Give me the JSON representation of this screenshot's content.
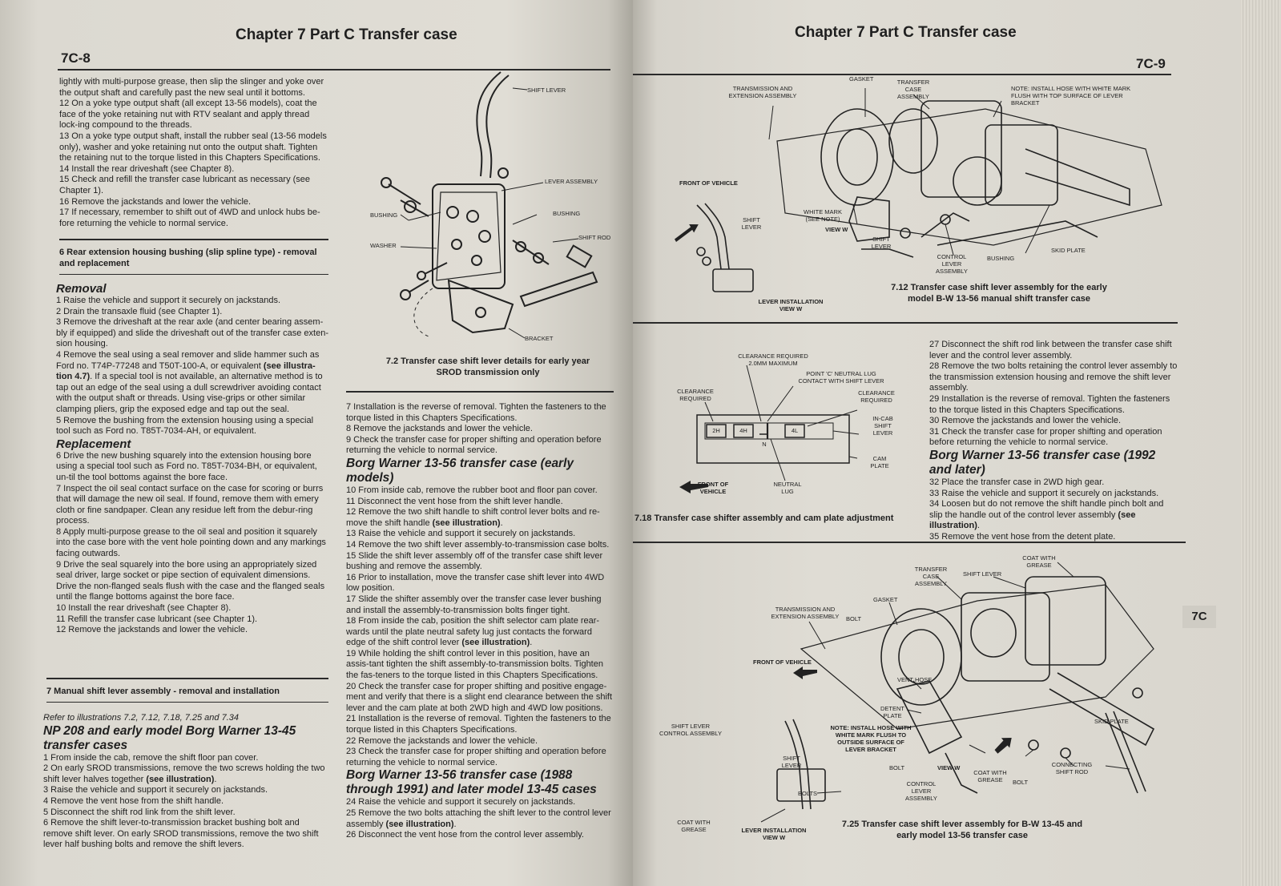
{
  "left_page": {
    "page_number": "7C-8",
    "running_head": "Chapter 7 Part C  Transfer case",
    "col1_intro": [
      "lightly with multi-purpose grease, then slip the slinger and yoke over the output shaft and carefully past the new seal until it bottoms.",
      "12  On a yoke type output shaft (all except 13-56 models), coat the face of the yoke retaining nut with RTV sealant and apply thread lock-ing compound to the threads.",
      "13  On a yoke type output shaft, install the rubber seal (13-56 models only), washer and yoke retaining nut onto the output shaft. Tighten the retaining nut to the torque listed in this Chapters Specifications.",
      "14  Install the rear driveshaft (see Chapter 8).",
      "15  Check and refill the transfer case lubricant as necessary (see Chapter 1).",
      "16  Remove the jackstands and lower the vehicle.",
      "17  If necessary, remember to shift out of 4WD and unlock hubs be-fore returning the vehicle to normal service."
    ],
    "section6_title": "6   Rear extension housing bushing (slip spline type) - removal and replacement",
    "removal_heading": "Removal",
    "removal_steps": [
      "1   Raise the vehicle and support it securely on jackstands.",
      "2   Drain the transaxle fluid (see Chapter 1).",
      "3   Remove the driveshaft at the rear axle (and center bearing assem-bly if equipped) and slide the driveshaft out of the transfer case exten-sion housing.",
      "5   Remove the bushing from the extension housing using a special tool such as Ford no. T85T-7034-AH, or equivalent."
    ],
    "step4": {
      "a": "4   Remove the seal using a seal remover and slide hammer such as Ford no. T74P-77248 and T50T-100-A, or equivalent ",
      "b": "(see illustra-tion 4.7)",
      "c": ". If a special tool is not available, an alternative method is to tap out an edge of the seal using a dull screwdriver avoiding contact with the output shaft or threads. Using vise-grips or other similar clamping pliers, grip the exposed edge and tap out the seal."
    },
    "replacement_heading": "Replacement",
    "replacement_steps": [
      "6   Drive the new bushing squarely into the extension housing bore using a special tool such as Ford no. T85T-7034-BH, or equivalent, un-til the tool bottoms against the bore face.",
      "7   Inspect the oil seal contact surface on the case for scoring or burrs that will damage the new oil seal. If found, remove them with emery cloth or fine sandpaper. Clean any residue left from the debur-ring process.",
      "8   Apply multi-purpose grease to the oil seal and position it squarely into the case bore with the vent hole pointing down and any markings facing outwards.",
      "9   Drive the seal squarely into the bore using an appropriately sized seal driver, large socket or pipe section of equivalent dimensions. Drive the non-flanged seals flush with the case and the flanged seals until the flange bottoms against the bore face.",
      "10  Install the rear driveshaft (see Chapter 8).",
      "11  Refill the transfer case lubricant (see Chapter 1).",
      "12  Remove the jackstands and lower the vehicle."
    ],
    "section7_title": "7   Manual shift lever assembly - removal and installation",
    "refer_text": "Refer to illustrations 7.2, 7.12, 7.18, 7.25 and 7.34",
    "np208_heading": "NP 208 and early model Borg Warner 13-45 transfer cases",
    "np208_steps": [
      "1   From inside the cab, remove the shift floor pan cover.",
      "3   Raise the vehicle and support it securely on jackstands.",
      "4   Remove the vent hose from the shift handle.",
      "5   Disconnect the shift rod link from the shift lever.",
      "6   Remove the shift lever-to-transmission bracket bushing bolt and remove shift lever. On early SROD transmissions, remove the two shift lever half bushing bolts and remove the shift levers."
    ],
    "np208_step2": {
      "a": "2   On early SROD transmissions, remove the two screws holding the two shift lever halves together ",
      "b": "(see illustration)",
      "c": "."
    },
    "fig72_caption": "7.2  Transfer case shift lever details for early year SROD transmission only",
    "fig72_labels": {
      "shift_lever": "SHIFT LEVER",
      "lever_assembly": "LEVER ASSEMBLY",
      "bushing_left": "BUSHING",
      "bushing_right": "BUSHING",
      "washer": "WASHER",
      "shift_rod": "SHIFT ROD",
      "bracket": "BRACKET"
    },
    "col2_intro": [
      "7   Installation is the reverse of removal. Tighten the fasteners to the torque listed in this Chapters Specifications.",
      "8   Remove the jackstands and lower the vehicle.",
      "9   Check the transfer case for proper shifting and operation before returning the vehicle to normal service."
    ],
    "bw_early_heading": "Borg Warner 13-56 transfer case (early models)",
    "bw_early_steps": [
      "10  From inside cab, remove the rubber boot and floor pan cover.",
      "11  Disconnect the vent hose from the shift lever handle.",
      "13  Raise the vehicle and support it securely on jackstands.",
      "14  Remove the two shift lever assembly-to-transmission case bolts.",
      "15  Slide the shift lever assembly off of the transfer case shift lever bushing and remove the assembly.",
      "16  Prior to installation, move the transfer case shift lever into 4WD low position.",
      "17  Slide the shifter assembly over the transfer case lever bushing and install the assembly-to-transmission bolts finger tight.",
      "19  While holding the shift control lever in this position, have an assis-tant tighten the shift assembly-to-transmission bolts. Tighten the fas-teners to the torque listed in this Chapters Specifications.",
      "20  Check the transfer case for proper shifting and positive engage-ment and verify that there is a slight end clearance between the shift lever and the cam plate at both 2WD high and 4WD low positions.",
      "21  Installation is the reverse of removal. Tighten the fasteners to the torque listed in this Chapters Specifications.",
      "22  Remove the jackstands and lower the vehicle.",
      "23  Check the transfer case for proper shifting and operation before returning the vehicle to normal service."
    ],
    "bw_step12": {
      "a": "12  Remove the two shift handle to shift control lever bolts and re-move the shift handle ",
      "b": "(see illustration)",
      "c": "."
    },
    "bw_step18": {
      "a": "18  From inside the cab, position the shift selector cam plate rear-wards until the plate neutral safety lug just contacts the forward edge of the shift control lever ",
      "b": "(see illustration)",
      "c": "."
    },
    "bw_later_heading": "Borg Warner 13-56 transfer case (1988 through 1991) and later model 13-45 cases",
    "bw_later_steps": [
      "24  Raise the vehicle and support it securely on jackstands."
    ],
    "bw_step25": {
      "a": "25  Remove the two bolts attaching the shift lever to the control lever assembly ",
      "b": "(see illustration)",
      "c": "."
    },
    "bw_step26": "26  Disconnect the vent hose from the control lever assembly."
  },
  "right_page": {
    "page_number": "7C-9",
    "running_head": "Chapter 7 Part C  Transfer case",
    "fig712_caption": "7.12  Transfer case shift lever assembly for the early model B-W 13-56 manual shift transfer case",
    "fig712_labels": {
      "transmission": "TRANSMISSION AND EXTENSION ASSEMBLY",
      "gasket": "GASKET",
      "transfer_case": "TRANSFER CASE ASSEMBLY",
      "note": "NOTE: INSTALL HOSE WITH WHITE MARK FLUSH WITH TOP SURFACE OF LEVER BRACKET",
      "front_of_vehicle": "FRONT OF VEHICLE",
      "shift_lever": "SHIFT LEVER",
      "white_mark": "WHITE MARK (SEE NOTE)",
      "view_w": "VIEW W",
      "shift_lever_2": "SHIFT LEVER",
      "control_lever": "CONTROL LEVER ASSEMBLY",
      "bushing": "BUSHING",
      "skid_plate": "SKID PLATE",
      "lever_installation": "LEVER INSTALLATION VIEW W"
    },
    "fig718_caption": "7.18  Transfer case shifter assembly and cam plate adjustment",
    "fig718_labels": {
      "clearance_max": "CLEARANCE REQUIRED 2.0mm MAXIMUM",
      "point_c": "POINT 'C' NEUTRAL LUG CONTACT WITH SHIFT LEVER",
      "clearance_left": "CLEARANCE REQUIRED",
      "clearance_right": "CLEARANCE REQUIRED",
      "in_cab": "IN-CAB SHIFT LEVER",
      "cam_plate": "CAM PLATE",
      "front": "FRONT OF VEHICLE",
      "neutral_lug": "NEUTRAL LUG",
      "slots": [
        "2H",
        "4H",
        "N",
        "4L"
      ]
    },
    "col2_steps": [
      "27  Disconnect the shift rod link between the transfer case shift lever and the control lever assembly.",
      "28  Remove the two bolts retaining the control lever assembly to the transmission extension housing and remove the shift lever assembly.",
      "29  Installation is the reverse of removal. Tighten the fasteners to the torque listed in this Chapters Specifications.",
      "30  Remove the jackstands and lower the vehicle.",
      "31  Check the transfer case for proper shifting and operation before returning the vehicle to normal service."
    ],
    "bw1992_heading": "Borg Warner 13-56 transfer case (1992 and later)",
    "bw1992_steps": [
      "32  Place the transfer case in 2WD high gear.",
      "33  Raise the vehicle and support it securely on jackstands.",
      "35  Remove the vent hose from the detent plate."
    ],
    "bw_step34": {
      "a": "34  Loosen but do not remove the shift handle pinch bolt and slip the handle out of the control lever assembly ",
      "b": "(see illustration)",
      "c": "."
    },
    "fig725_caption": "7.25  Transfer case shift lever assembly for B-W 13-45 and early model 13-56 transfer case",
    "fig725_labels": {
      "transfer_case": "TRANSFER CASE ASSEMBLY",
      "shift_lever_top": "SHIFT LEVER",
      "coat_grease_top": "COAT WITH GREASE",
      "transmission": "TRANSMISSION AND EXTENSION ASSEMBLY",
      "gasket": "GASKET",
      "bolt_top": "BOLT",
      "front": "FRONT OF VEHICLE",
      "vent_hose": "VENT HOSE",
      "skid_plate": "SKID PLATE",
      "detent_plate": "DETENT PLATE",
      "note": "NOTE: INSTALL HOSE WITH WHITE MARK FLUSH TO OUTSIDE SURFACE OF LEVER BRACKET",
      "shift_lever_control": "SHIFT LEVER CONTROL ASSEMBLY",
      "shift_lever_mid": "SHIFT LEVER",
      "bolt_mid": "BOLT",
      "view_w": "VIEW W",
      "coat_grease_mid": "COAT WITH GREASE",
      "bolt_right": "BOLT",
      "connecting_rod": "CONNECTING SHIFT ROD",
      "control_lever": "CONTROL LEVER ASSEMBLY",
      "bolts": "BOLTS",
      "coat_grease_bottom": "COAT WITH GREASE",
      "lever_installation": "LEVER INSTALLATION VIEW W"
    },
    "side_tab": "7C"
  },
  "colors": {
    "paper": "#dedbd3",
    "ink": "#1f1f1f",
    "background": "#5b6d8a"
  }
}
